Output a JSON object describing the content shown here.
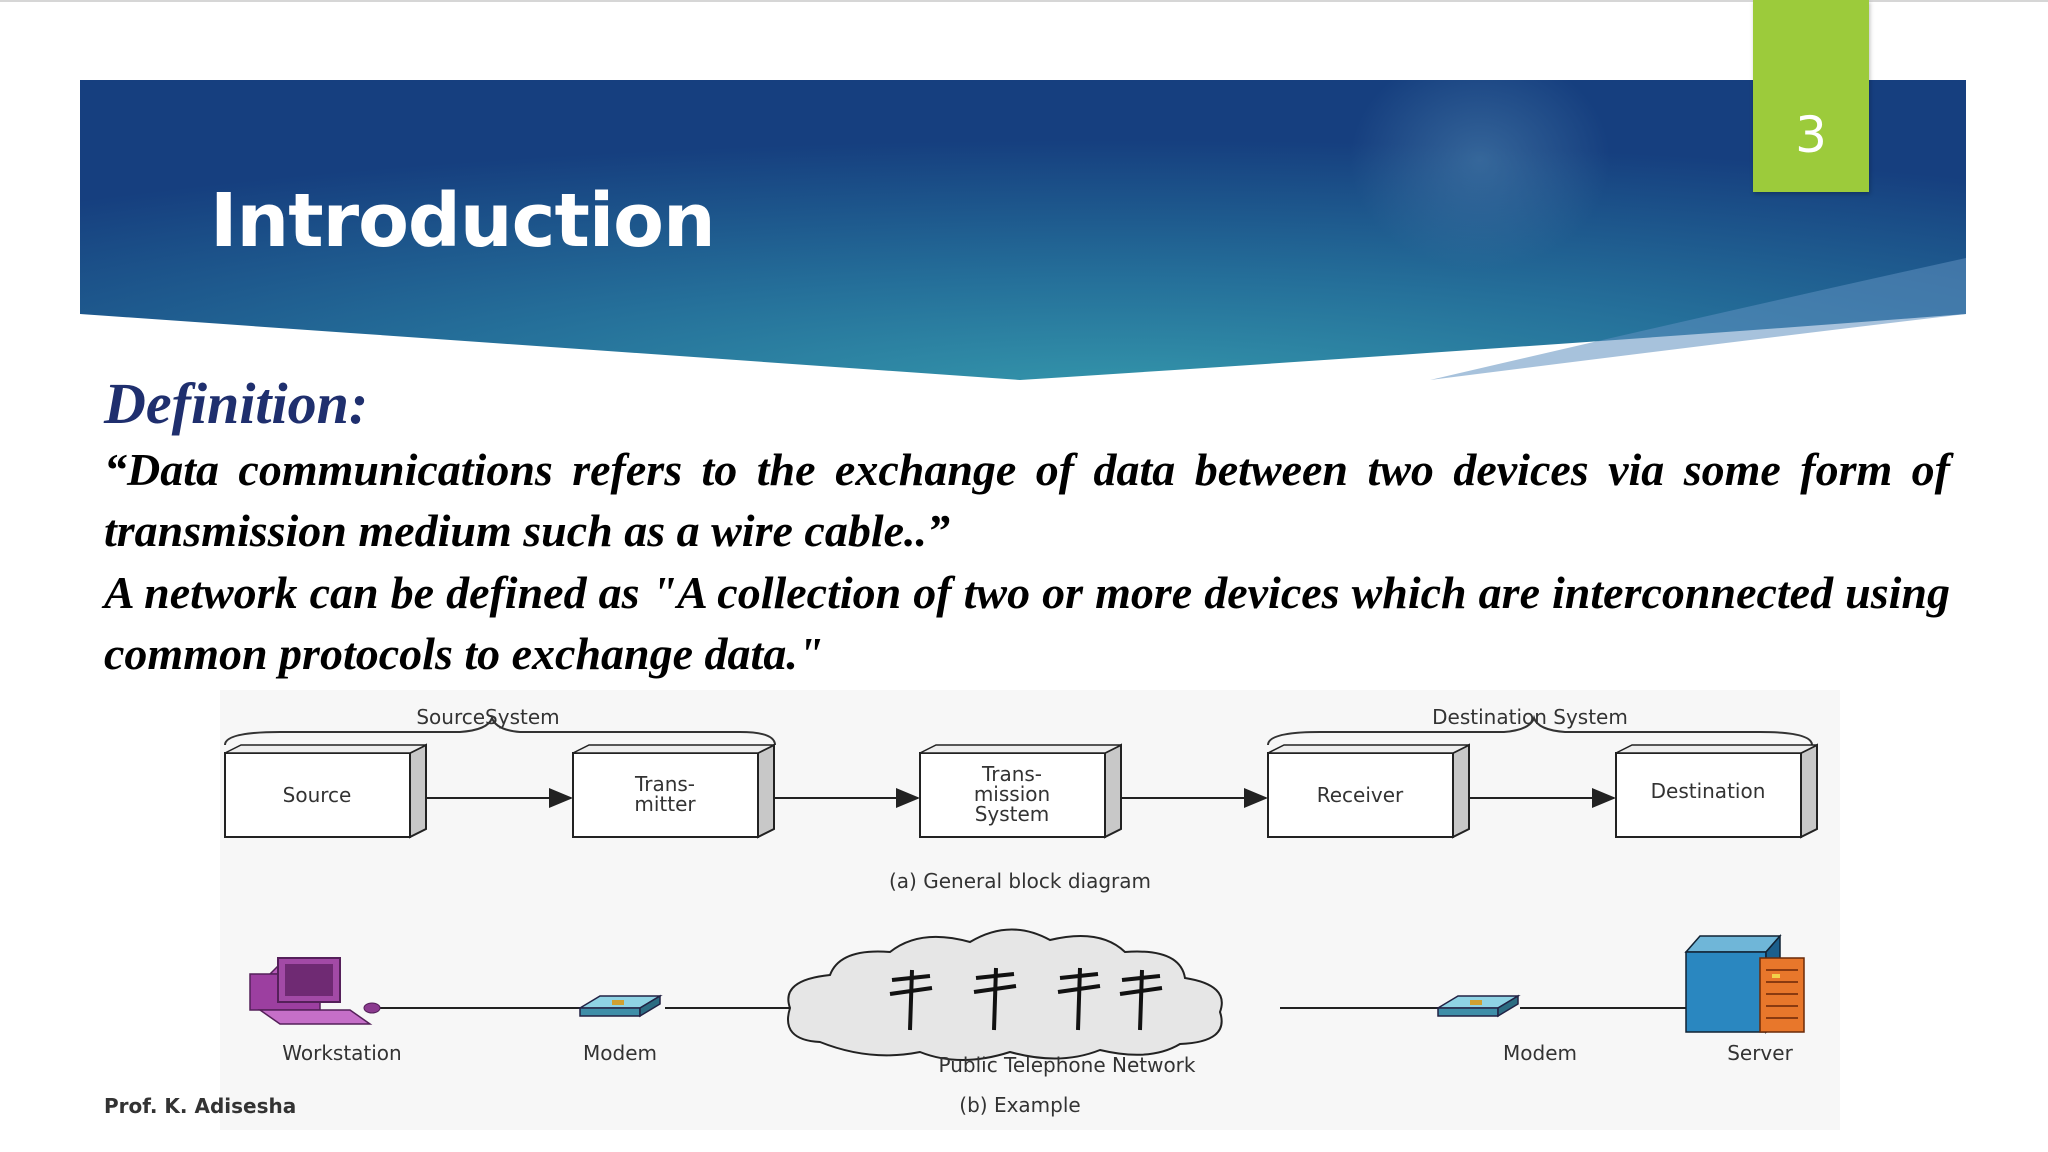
{
  "slide": {
    "title": "Introduction",
    "page_number": "3",
    "definition_heading": "Definition:",
    "paragraph_1": "“Data communications refers to the exchange of data between two devices via some form of transmission medium such as a wire cable..”",
    "paragraph_2": "A network can be defined as \"A collection of two or more devices which are interconnected using common protocols to exchange data.\"",
    "author": "Prof. K. Adisesha"
  },
  "diagram": {
    "source_system_label": "SourceSystem",
    "destination_system_label": "Destination System",
    "blocks": [
      {
        "lines": [
          "Source"
        ]
      },
      {
        "lines": [
          "Trans-",
          "mitter"
        ]
      },
      {
        "lines": [
          "Trans-",
          "mission",
          "System"
        ]
      },
      {
        "lines": [
          "Receiver"
        ]
      },
      {
        "lines": [
          "Destination"
        ]
      }
    ],
    "caption_a": "(a) General block diagram",
    "workstation_label": "Workstation",
    "modem_left_label": "Modem",
    "network_label": "Public Telephone Network",
    "modem_right_label": "Modem",
    "server_label": "Server",
    "caption_b": "(b) Example"
  },
  "colors": {
    "banner_dark": "#1c4a86",
    "banner_light": "#2f8ea6",
    "badge": "#9ccb3b",
    "heading": "#1f2f6e"
  }
}
